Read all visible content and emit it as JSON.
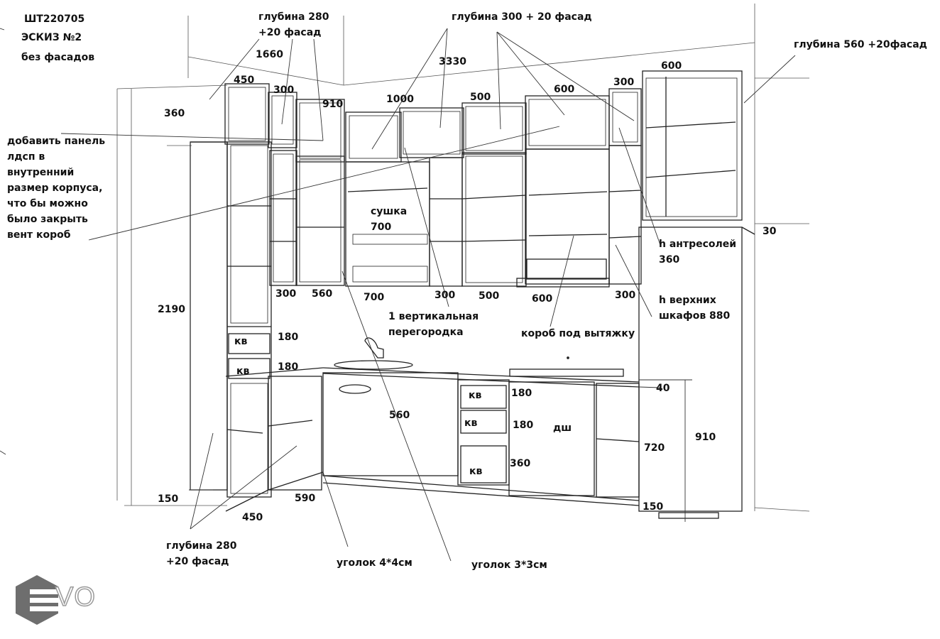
{
  "header": {
    "code": "ШТ220705",
    "sketch": "ЭСКИЗ №2",
    "note": "без фасадов"
  },
  "notes": {
    "left_panel": "добавить панель\nлдсп в\nвнутренний\nразмер корпуса,\nчто бы можно\nбыло закрыть\nвент короб",
    "depth_top_left": "глубина 280\n+20 фасад",
    "depth_top_mid": "глубина 300 + 20 фасад",
    "depth_top_right": "глубина 560 +20фасад",
    "depth_bottom_left": "глубина 280\n+20 фасад",
    "drying": "сушка\n700",
    "partition": "1 вертикальная\nперегородка",
    "hood_box": "короб под вытяжку",
    "h_mezz": "h антресолей\n360",
    "h_upper": "h верхних\nшкафов 880",
    "corner_4": "уголок 4*4см",
    "corner_3": "уголок 3*3см",
    "dishwasher": "дш",
    "drawer": "кв"
  },
  "dims": {
    "d1660": "1660",
    "d3330": "3330",
    "d450_top": "450",
    "d300_top": "300",
    "d910_top": "910",
    "d1000": "1000",
    "d500_top": "500",
    "d600_top": "600",
    "d300_top2": "300",
    "d600_right": "600",
    "d360_left": "360",
    "d2190": "2190",
    "d30": "30",
    "d300_b1": "300",
    "d560_b": "560",
    "d700_b": "700",
    "d300_b2": "300",
    "d500_b": "500",
    "d600_b": "600",
    "d300_b3": "300",
    "d180_a": "180",
    "d180_b": "180",
    "d560_low": "560",
    "d180_c": "180",
    "d180_d": "180",
    "d360_low": "360",
    "d40": "40",
    "d720": "720",
    "d910_right": "910",
    "d150_left": "150",
    "d150_right": "150",
    "d590": "590",
    "d450_bottom": "450"
  },
  "logo": {
    "text": "VO"
  },
  "colors": {
    "line": "#222222",
    "thin": "#555555",
    "logo": "#6e6e6e"
  }
}
